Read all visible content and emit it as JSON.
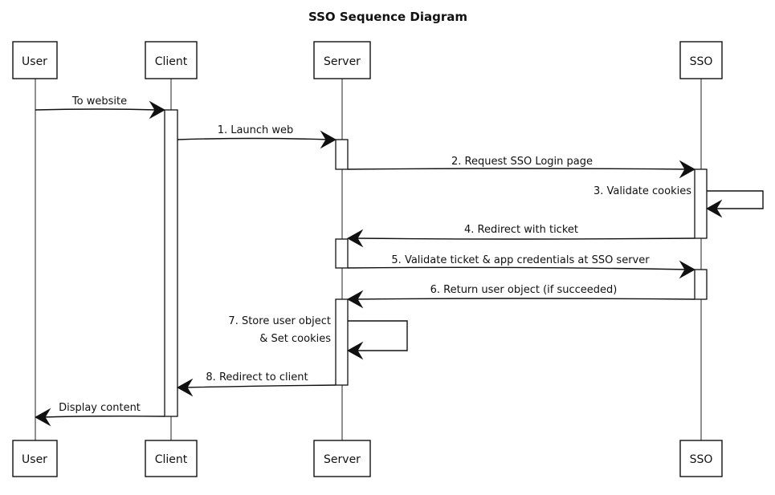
{
  "title": "SSO Sequence Diagram",
  "participants": [
    {
      "id": "user",
      "label": "User"
    },
    {
      "id": "client",
      "label": "Client"
    },
    {
      "id": "server",
      "label": "Server"
    },
    {
      "id": "sso",
      "label": "SSO"
    }
  ],
  "messages": [
    {
      "text": "To website"
    },
    {
      "text": "1. Launch web"
    },
    {
      "text": "2. Request SSO Login page"
    },
    {
      "text": "3. Validate cookies"
    },
    {
      "text": "4. Redirect with ticket"
    },
    {
      "text": "5. Validate ticket & app credentials at SSO server"
    },
    {
      "text": "6. Return user object (if succeeded)"
    },
    {
      "text_line1": "7. Store user object",
      "text_line2": "& Set cookies"
    },
    {
      "text": "8. Redirect to client"
    },
    {
      "text": "Display content"
    }
  ]
}
